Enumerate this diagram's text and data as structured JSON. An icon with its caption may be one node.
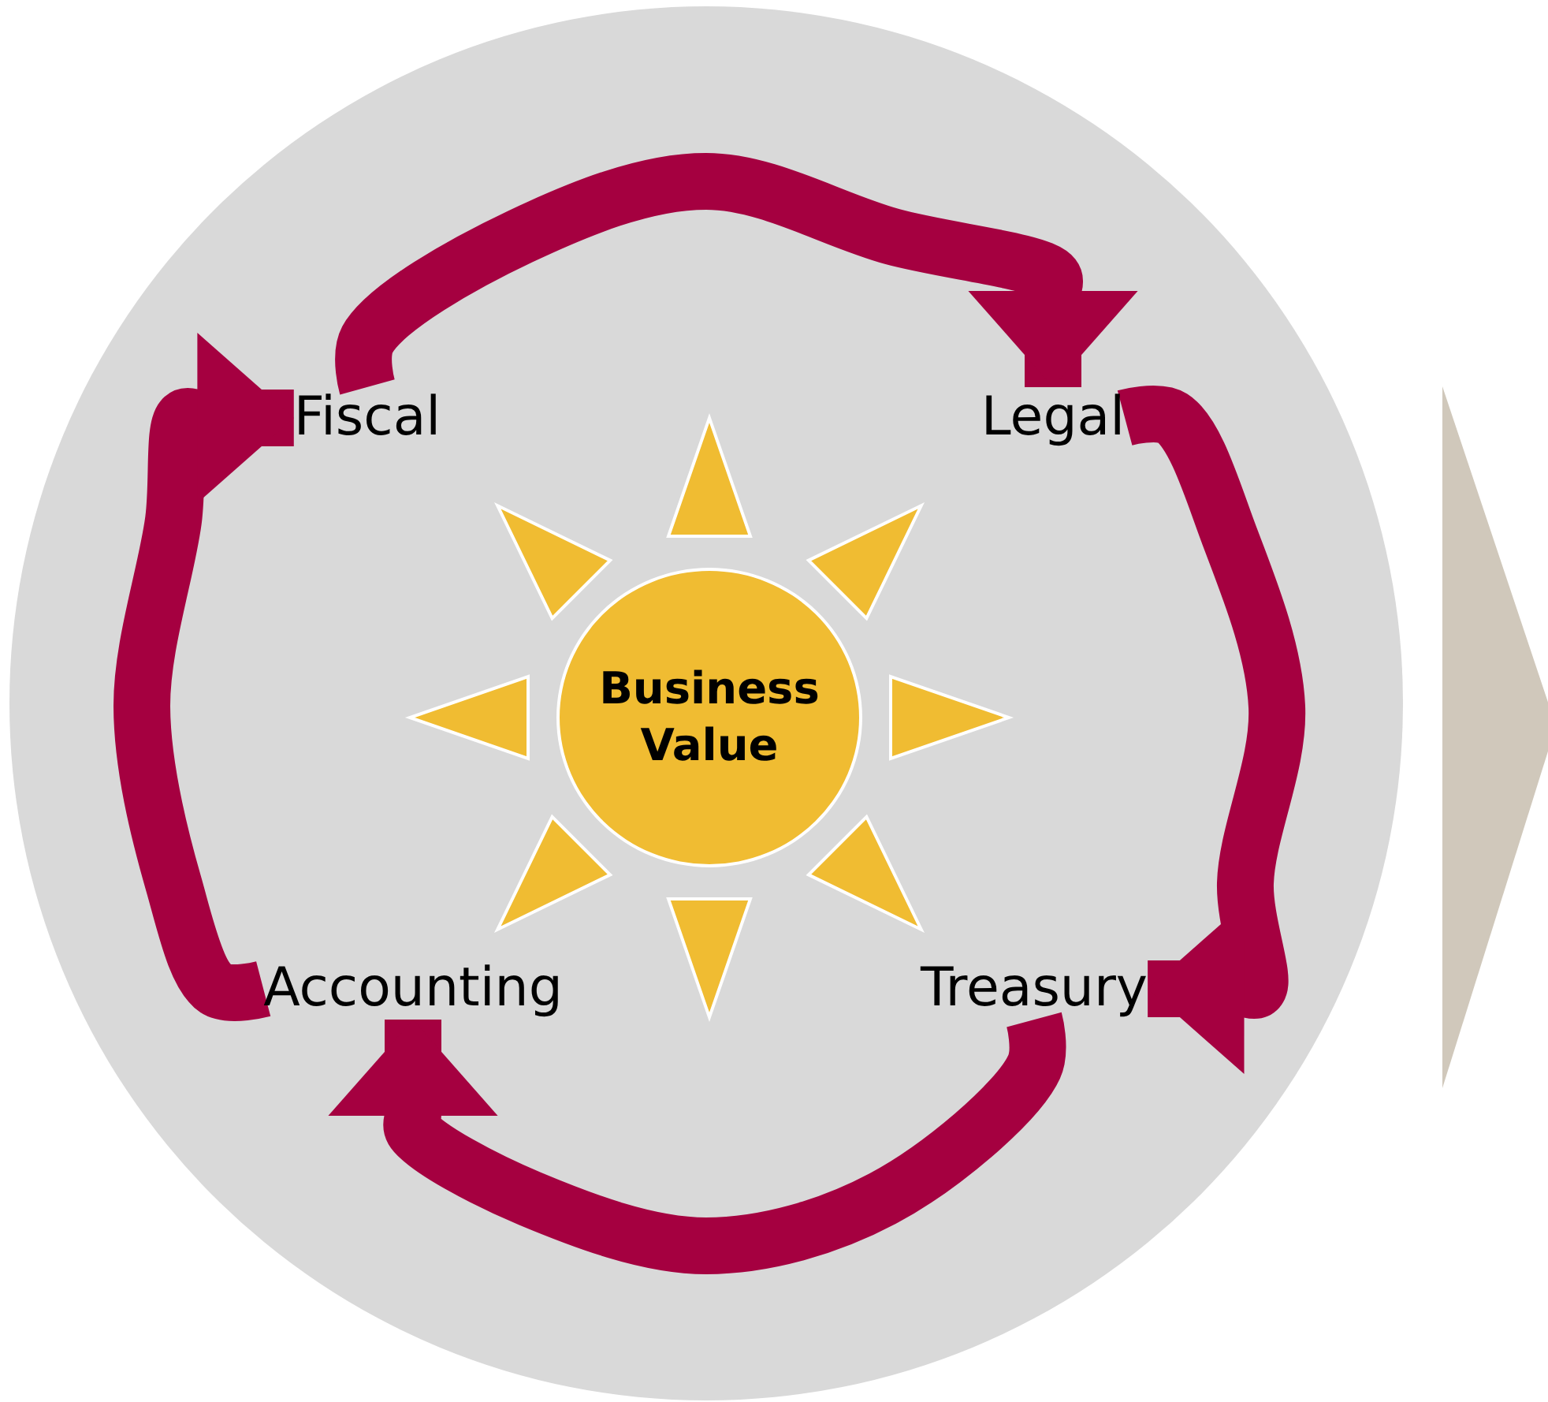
{
  "diagram": {
    "nodes": [
      {
        "text": [],
        "shape": "circle"
      },
      {
        "text": [
          "Fiscal"
        ],
        "in": 0
      },
      {
        "text": [
          "Legal"
        ],
        "in": 0
      },
      {
        "text": [
          "Treasury"
        ],
        "in": 0
      },
      {
        "text": [
          "Accounting"
        ],
        "in": 0
      },
      {
        "text": [
          "Business Value"
        ],
        "in": 0
      },
      {
        "text": [],
        "shape": "chevron"
      }
    ],
    "edges": [
      {
        "from": 1,
        "to": 2,
        "arrow": "to"
      },
      {
        "from": 2,
        "to": 3,
        "arrow": "to"
      },
      {
        "from": 3,
        "to": 4,
        "arrow": "to"
      },
      {
        "from": 4,
        "to": 1,
        "arrow": "to"
      }
    ]
  }
}
